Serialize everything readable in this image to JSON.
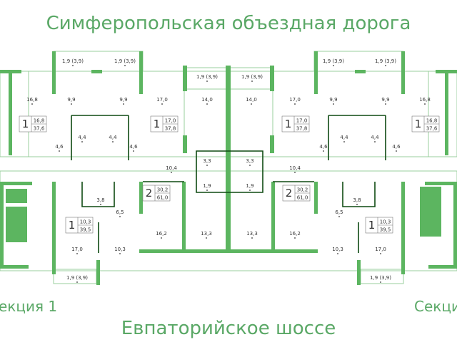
{
  "streets": {
    "top": "Симферопольская объездная дорога",
    "bottom": "Евпаторийское шоссе"
  },
  "sections": {
    "left": "екция 1",
    "right": "Секци"
  },
  "colors": {
    "wall": "#5cb560",
    "inner_wall": "#0e4a12",
    "text_green": "#5aa866",
    "line": "#9acf9c"
  },
  "apartments": [
    {
      "rooms": "1",
      "living": "16,8",
      "total": "37,6"
    },
    {
      "rooms": "1",
      "living": "17,0",
      "total": "37,8"
    },
    {
      "rooms": "1",
      "living": "17,0",
      "total": "37,8"
    },
    {
      "rooms": "1",
      "living": "16,8",
      "total": "37,6"
    },
    {
      "rooms": "1",
      "living": "10,3",
      "total": "39,5"
    },
    {
      "rooms": "2",
      "living": "30,2",
      "total": "61,0"
    },
    {
      "rooms": "2",
      "living": "30,2",
      "total": "61,0"
    },
    {
      "rooms": "1",
      "living": "10,3",
      "total": "39,5"
    }
  ],
  "room_areas": {
    "top_left_room": "16,8",
    "balcony_1": "1,9 (3,9)",
    "balcony_2": "1,9 (3,9)",
    "kitchen_1": "9,9",
    "kitchen_2": "9,9",
    "bath_1": "4,4",
    "bath_2": "4,4",
    "hall_1": "4,6",
    "hall_2": "4,6",
    "room_17_left": "17,0",
    "balcony_3": "1,9 (3,9)",
    "balcony_4": "1,9 (3,9)",
    "room_14_left": "14,0",
    "room_14_right": "14,0",
    "room_17_right": "17,0",
    "bath_3": "3,3",
    "bath_4": "3,3",
    "wc_1": "1,9",
    "wc_2": "1,9",
    "hall_10_left": "10,4",
    "hall_10_right": "10,4",
    "balcony_5": "1,9 (3,9)",
    "balcony_6": "1,9 (3,9)",
    "kitchen_3": "9,9",
    "kitchen_4": "9,9",
    "bath_5": "4,4",
    "bath_6": "4,4",
    "hall_3": "4,6",
    "hall_4": "4,6",
    "top_right_room": "16,8",
    "bath_7": "3,8",
    "hall_5": "6,5",
    "room_17_bl": "17,0",
    "room_10_bl": "10,3",
    "balcony_7": "1,9 (3,9)",
    "room_16_left": "16,2",
    "kitchen_13_left": "13,3",
    "kitchen_13_right": "13,3",
    "room_16_right": "16,2",
    "bath_8": "3,8",
    "hall_6": "6,5",
    "room_10_br": "10,3",
    "room_17_br": "17,0",
    "balcony_8": "1,9 (3,9)"
  }
}
